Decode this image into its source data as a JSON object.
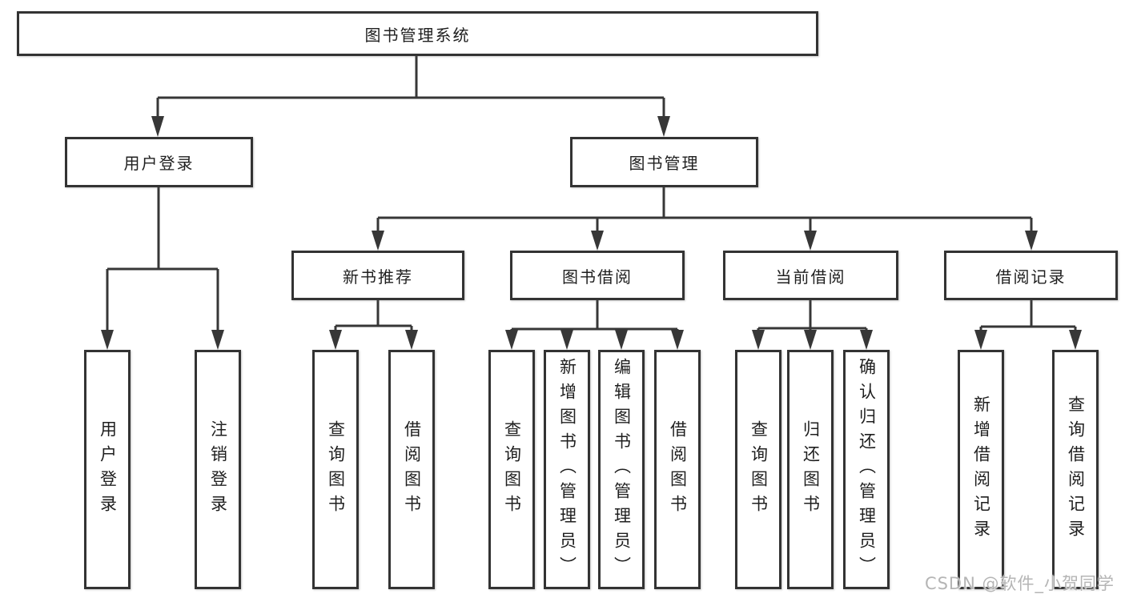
{
  "colors": {
    "line": "#373737",
    "box_border": "#333333",
    "box_fill": "#ffffff",
    "text": "#1f1f1f",
    "watermark": "#b5b5b5"
  },
  "diagram": {
    "root": {
      "label": "图书管理系统"
    },
    "branches": [
      {
        "label": "用户登录",
        "children": [
          {
            "label": "用户登录"
          },
          {
            "label": "注销登录"
          }
        ]
      },
      {
        "label": "图书管理",
        "children": [
          {
            "label": "新书推荐",
            "children": [
              {
                "label": "查询图书"
              },
              {
                "label": "借阅图书"
              }
            ]
          },
          {
            "label": "图书借阅",
            "children": [
              {
                "label": "查询图书"
              },
              {
                "label": "新增图书（管理员）"
              },
              {
                "label": "编辑图书（管理员）"
              },
              {
                "label": "借阅图书"
              }
            ]
          },
          {
            "label": "当前借阅",
            "children": [
              {
                "label": "查询图书"
              },
              {
                "label": "归还图书"
              },
              {
                "label": "确认归还（管理员）"
              }
            ]
          },
          {
            "label": "借阅记录",
            "children": [
              {
                "label": "新增借阅记录"
              },
              {
                "label": "查询借阅记录"
              }
            ]
          }
        ]
      }
    ]
  },
  "watermark": {
    "text": "CSDN @软件_小贺同学"
  }
}
